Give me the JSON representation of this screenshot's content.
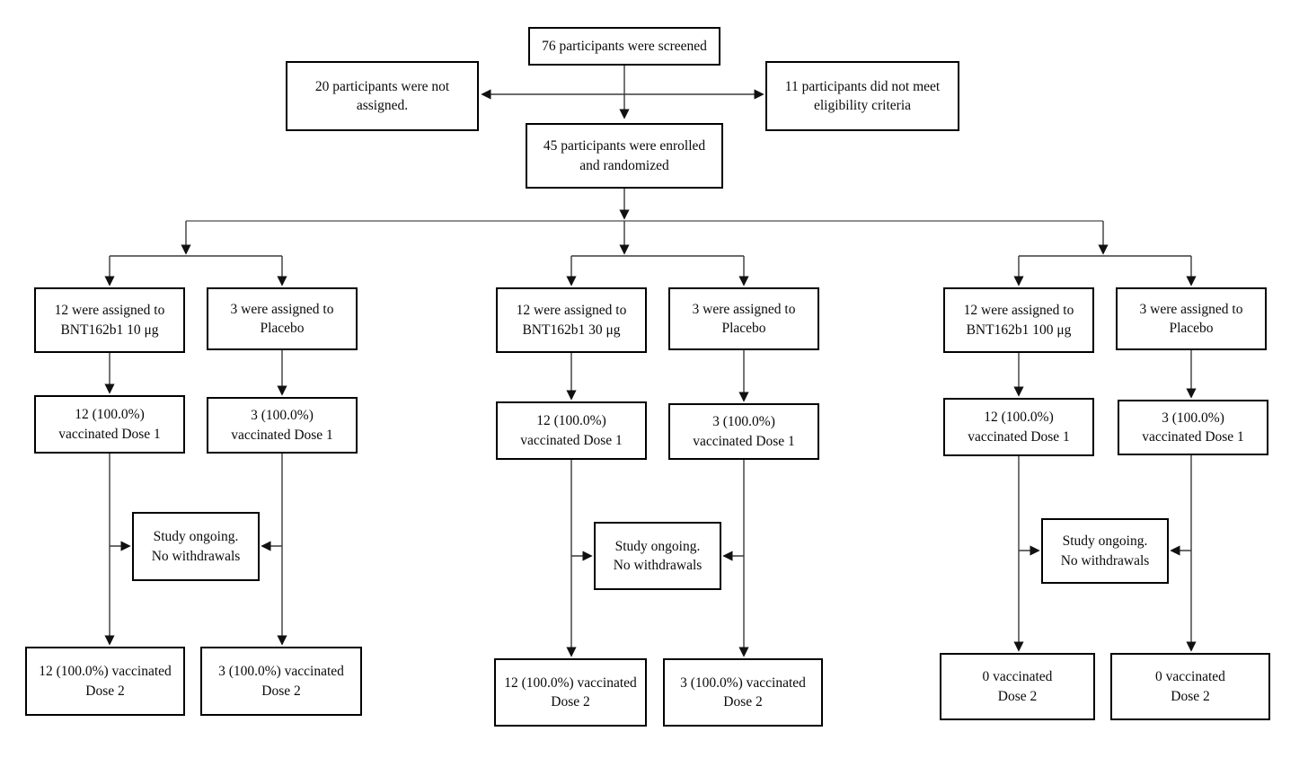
{
  "diagram": {
    "top": {
      "screened": "76 participants were screened",
      "not_assigned": "20 participants were not\nassigned.",
      "not_eligible": "11 participants did not meet\neligibility criteria",
      "enrolled": "45 participants were enrolled\nand randomized"
    },
    "branches": [
      {
        "group": "BNT162b1 10 μg",
        "assigned_vaccine": "12 were assigned to\nBNT162b1 10 μg",
        "assigned_placebo": "3 were assigned to\nPlacebo",
        "dose1_vaccine": "12 (100.0%)\nvaccinated Dose 1",
        "dose1_placebo": "3 (100.0%)\nvaccinated Dose 1",
        "study_status": "Study ongoing.\nNo withdrawals",
        "dose2_vaccine": "12 (100.0%) vaccinated\nDose 2",
        "dose2_placebo": "3 (100.0%) vaccinated\nDose 2"
      },
      {
        "group": "BNT162b1 30 μg",
        "assigned_vaccine": "12 were assigned to\nBNT162b1 30 μg",
        "assigned_placebo": "3 were assigned to\nPlacebo",
        "dose1_vaccine": "12 (100.0%)\nvaccinated Dose 1",
        "dose1_placebo": "3 (100.0%)\nvaccinated Dose 1",
        "study_status": "Study ongoing.\nNo withdrawals",
        "dose2_vaccine": "12 (100.0%) vaccinated\nDose 2",
        "dose2_placebo": "3 (100.0%) vaccinated\nDose 2"
      },
      {
        "group": "BNT162b1 100 μg",
        "assigned_vaccine": "12 were assigned to\nBNT162b1 100 μg",
        "assigned_placebo": "3 were assigned to\nPlacebo",
        "dose1_vaccine": "12 (100.0%)\nvaccinated Dose 1",
        "dose1_placebo": "3 (100.0%)\nvaccinated Dose 1",
        "study_status": "Study ongoing.\nNo withdrawals",
        "dose2_vaccine": "0 vaccinated\nDose 2",
        "dose2_placebo": "0 vaccinated\nDose 2"
      }
    ]
  }
}
